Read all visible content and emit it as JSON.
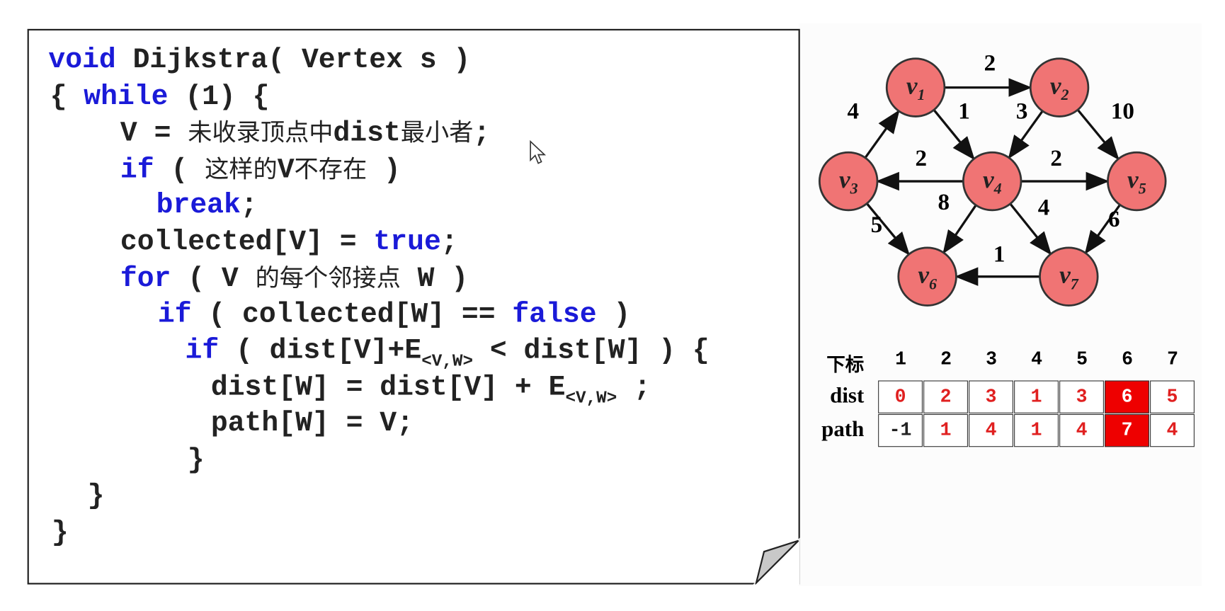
{
  "code": {
    "lines": [
      [
        {
          "t": "void",
          "k": "kw"
        },
        {
          "t": " Dijkstra( Vertex s )"
        }
      ],
      [
        {
          "t": "{ "
        },
        {
          "t": "while",
          "k": "kw"
        },
        {
          "t": " (1) {"
        }
      ],
      [
        {
          "t": "V = "
        },
        {
          "t": "未收录顶点中",
          "k": "cjk"
        },
        {
          "t": "dist"
        },
        {
          "t": "最小者",
          "k": "cjk"
        },
        {
          "t": ";"
        }
      ],
      [
        {
          "t": "if",
          "k": "kw"
        },
        {
          "t": " ( "
        },
        {
          "t": "这样的",
          "k": "cjk"
        },
        {
          "t": "V"
        },
        {
          "t": "不存在",
          "k": "cjk"
        },
        {
          "t": " )"
        }
      ],
      [
        {
          "t": "break",
          "k": "kw"
        },
        {
          "t": ";"
        }
      ],
      [
        {
          "t": "collected[V] = "
        },
        {
          "t": "true",
          "k": "kw"
        },
        {
          "t": ";"
        }
      ],
      [
        {
          "t": "for",
          "k": "kw"
        },
        {
          "t": " ( V "
        },
        {
          "t": "的每个邻接点",
          "k": "cjk"
        },
        {
          "t": " W )"
        }
      ],
      [
        {
          "t": "if",
          "k": "kw"
        },
        {
          "t": " ( collected[W] == "
        },
        {
          "t": "false",
          "k": "kw"
        },
        {
          "t": " )"
        }
      ],
      [
        {
          "t": "if",
          "k": "kw"
        },
        {
          "t": " ( dist[V]+E"
        },
        {
          "t": "<V,W>",
          "k": "sub"
        },
        {
          "t": " < dist[W] ) {"
        }
      ],
      [
        {
          "t": "dist[W] = dist[V] + E"
        },
        {
          "t": "<V,W>",
          "k": "sub"
        },
        {
          "t": " ;"
        }
      ],
      [
        {
          "t": "path[W] = V;"
        }
      ],
      [
        {
          "t": "}"
        }
      ],
      [
        {
          "t": "}"
        }
      ],
      [
        {
          "t": "}"
        }
      ]
    ]
  },
  "graph": {
    "vertices": [
      {
        "id": "v1",
        "name": "v",
        "sub": "1"
      },
      {
        "id": "v2",
        "name": "v",
        "sub": "2"
      },
      {
        "id": "v3",
        "name": "v",
        "sub": "3"
      },
      {
        "id": "v4",
        "name": "v",
        "sub": "4"
      },
      {
        "id": "v5",
        "name": "v",
        "sub": "5"
      },
      {
        "id": "v6",
        "name": "v",
        "sub": "6"
      },
      {
        "id": "v7",
        "name": "v",
        "sub": "7"
      }
    ],
    "edges": [
      {
        "from": "v1",
        "to": "v2",
        "weight": "2"
      },
      {
        "from": "v1",
        "to": "v4",
        "weight": "1"
      },
      {
        "from": "v2",
        "to": "v4",
        "weight": "3"
      },
      {
        "from": "v2",
        "to": "v5",
        "weight": "10"
      },
      {
        "from": "v3",
        "to": "v1",
        "weight": "4"
      },
      {
        "from": "v4",
        "to": "v3",
        "weight": "2"
      },
      {
        "from": "v4",
        "to": "v5",
        "weight": "2"
      },
      {
        "from": "v3",
        "to": "v6",
        "weight": "5"
      },
      {
        "from": "v4",
        "to": "v6",
        "weight": "8"
      },
      {
        "from": "v4",
        "to": "v7",
        "weight": "4"
      },
      {
        "from": "v5",
        "to": "v7",
        "weight": "6"
      },
      {
        "from": "v7",
        "to": "v6",
        "weight": "1"
      }
    ],
    "node_fill": "#f07474",
    "node_stroke": "#333333"
  },
  "table": {
    "index_label": "下标",
    "indices": [
      "1",
      "2",
      "3",
      "4",
      "5",
      "6",
      "7"
    ],
    "rows": [
      {
        "label": "dist",
        "values": [
          "0",
          "2",
          "3",
          "1",
          "3",
          "6",
          "5"
        ]
      },
      {
        "label": "path",
        "values": [
          "-1",
          "1",
          "4",
          "1",
          "4",
          "7",
          "4"
        ]
      }
    ],
    "highlight_index": "6",
    "highlight_color": "#ee0000"
  }
}
